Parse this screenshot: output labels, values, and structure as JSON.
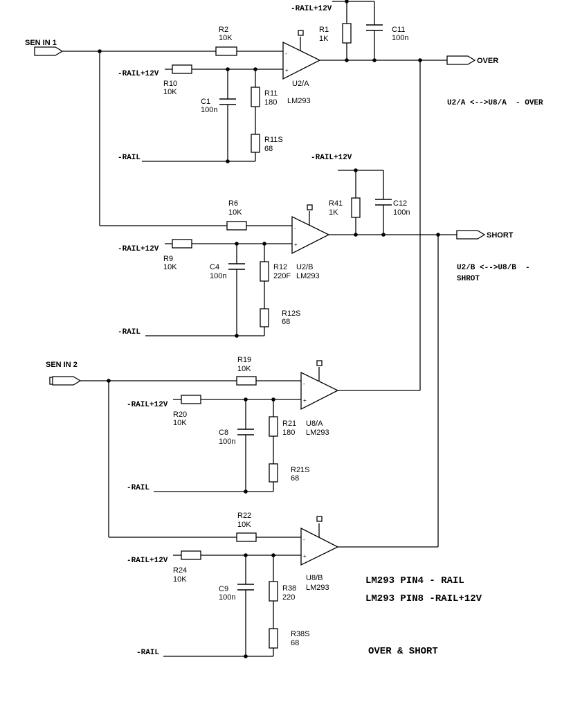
{
  "ports": {
    "sen_in_1": "SEN IN 1",
    "sen_in_2": "SEN IN 2",
    "over": "OVER",
    "short": "SHORT"
  },
  "nets": {
    "rail_12v": "-RAIL+12V",
    "rail": "-RAIL"
  },
  "opamps": {
    "u2a": {
      "ref": "U2/A",
      "type": "LM293"
    },
    "u2b": {
      "ref": "U2/B",
      "type": "LM293"
    },
    "u8a": {
      "ref": "U8/A",
      "type": "LM293"
    },
    "u8b": {
      "ref": "U8/B",
      "type": "LM293"
    }
  },
  "components": {
    "r1": {
      "ref": "R1",
      "value": "1K"
    },
    "c11": {
      "ref": "C11",
      "value": "100n"
    },
    "r2": {
      "ref": "R2",
      "value": "10K"
    },
    "r10": {
      "ref": "R10",
      "value": "10K"
    },
    "c1": {
      "ref": "C1",
      "value": "100n"
    },
    "r11": {
      "ref": "R11",
      "value": "180"
    },
    "r11s": {
      "ref": "R11S",
      "value": "68"
    },
    "r41": {
      "ref": "R41",
      "value": "1K"
    },
    "c12": {
      "ref": "C12",
      "value": "100n"
    },
    "r6": {
      "ref": "R6",
      "value": "10K"
    },
    "r9": {
      "ref": "R9",
      "value": "10K"
    },
    "c4": {
      "ref": "C4",
      "value": "100n"
    },
    "r12": {
      "ref": "R12",
      "value": "220F"
    },
    "r12s": {
      "ref": "R12S",
      "value": "68"
    },
    "r19": {
      "ref": "R19",
      "value": "10K"
    },
    "r20": {
      "ref": "R20",
      "value": "10K"
    },
    "c8": {
      "ref": "C8",
      "value": "100n"
    },
    "r21": {
      "ref": "R21",
      "value": "180"
    },
    "r21s": {
      "ref": "R21S",
      "value": "68"
    },
    "r22": {
      "ref": "R22",
      "value": "10K"
    },
    "r24": {
      "ref": "R24",
      "value": "10K"
    },
    "c9": {
      "ref": "C9",
      "value": "100n"
    },
    "r38": {
      "ref": "R38",
      "value": "220"
    },
    "r38s": {
      "ref": "R38S",
      "value": "68"
    }
  },
  "notes": {
    "over_map": "U2/A <-->U8/A  - OVER",
    "short_map_1": "U2/B <-->U8/B  -",
    "short_map_2": "SHROT",
    "pin4": "LM293 PIN4 - RAIL",
    "pin8": "LM293 PIN8 -RAIL+12V",
    "title": "OVER & SHORT"
  },
  "pins": {
    "minus": "-",
    "plus": "+"
  }
}
